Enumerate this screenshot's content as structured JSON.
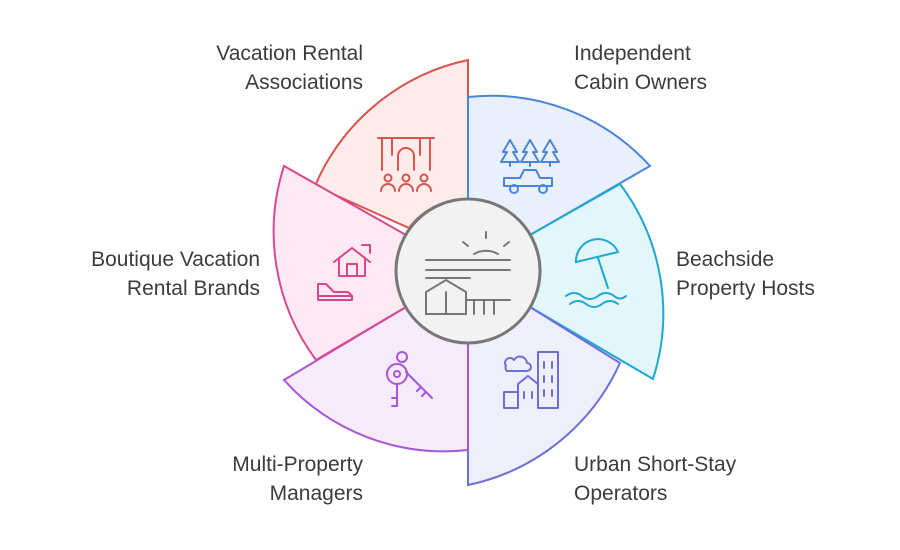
{
  "segments": [
    {
      "id": "vacation-rental-associations",
      "line1": "Vacation Rental",
      "line2": "Associations",
      "stroke": "#d9534f",
      "fill": "#fdecea",
      "icon": "crowd-gate-icon"
    },
    {
      "id": "independent-cabin-owners",
      "line1": "Independent",
      "line2": "Cabin Owners",
      "stroke": "#4a86d8",
      "fill": "#e9f0fc",
      "icon": "trees-truck-icon"
    },
    {
      "id": "beachside-property-hosts",
      "line1": "Beachside",
      "line2": "Property Hosts",
      "stroke": "#1ea7cf",
      "fill": "#e3f6fb",
      "icon": "beach-umbrella-icon"
    },
    {
      "id": "urban-short-stay-operators",
      "line1": "Urban Short-Stay",
      "line2": "Operators",
      "stroke": "#6b6fd8",
      "fill": "#efeffc",
      "icon": "city-buildings-icon"
    },
    {
      "id": "multi-property-managers",
      "line1": "Multi-Property",
      "line2": "Managers",
      "stroke": "#a855d6",
      "fill": "#f5ebfb",
      "icon": "keys-icon"
    },
    {
      "id": "boutique-vacation-rental-brands",
      "line1": "Boutique Vacation",
      "line2": "Rental Brands",
      "stroke": "#d9478f",
      "fill": "#fce9f2",
      "icon": "house-shoe-icon"
    }
  ],
  "center": {
    "icon": "sunrise-house-icon",
    "stroke": "#777777",
    "fill": "#f2f2f2"
  }
}
